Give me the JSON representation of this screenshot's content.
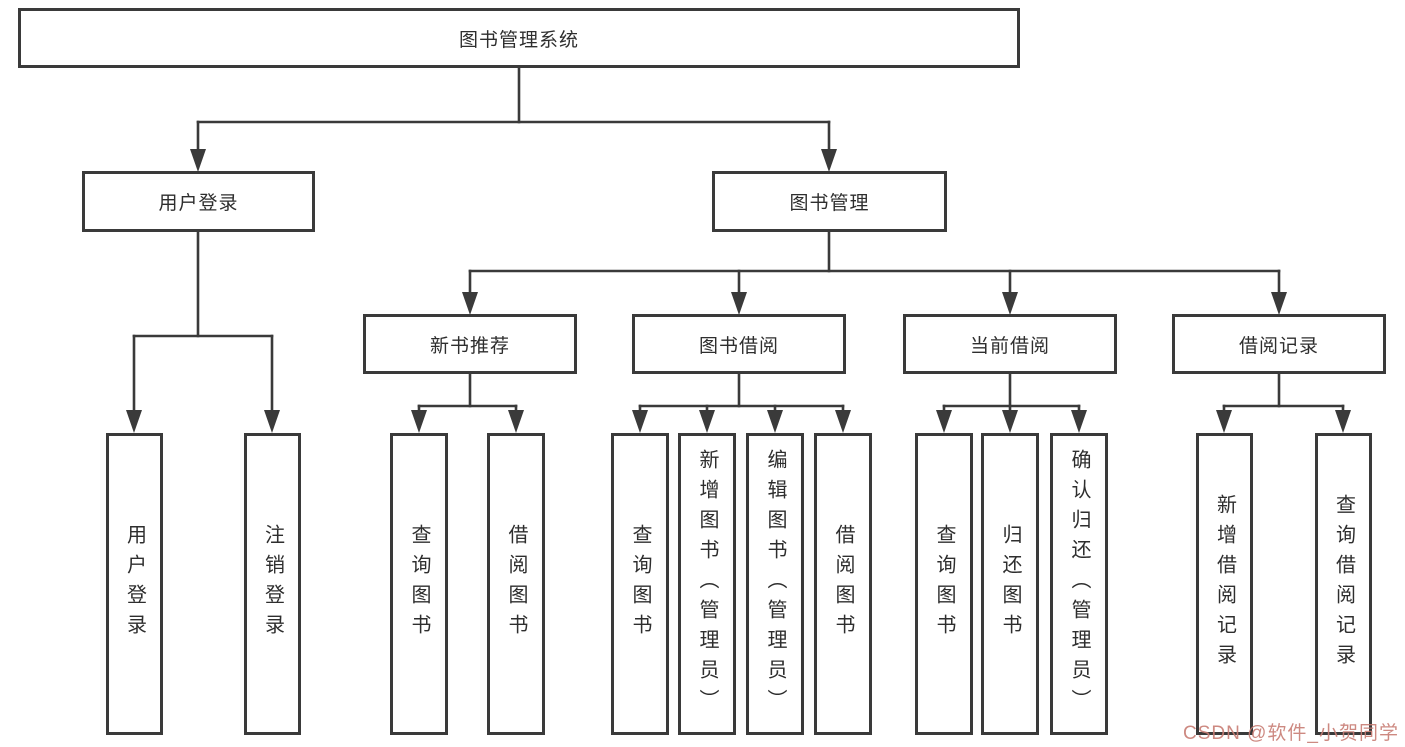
{
  "diagram_title": "图书管理系统",
  "tree": {
    "label": "图书管理系统",
    "children": [
      {
        "label": "用户登录",
        "children": [
          {
            "label": "用户登录"
          },
          {
            "label": "注销登录"
          }
        ]
      },
      {
        "label": "图书管理",
        "children": [
          {
            "label": "新书推荐",
            "children": [
              {
                "label": "查询图书"
              },
              {
                "label": "借阅图书"
              }
            ]
          },
          {
            "label": "图书借阅",
            "children": [
              {
                "label": "查询图书"
              },
              {
                "label": "新增图书（管理员）"
              },
              {
                "label": "编辑图书（管理员）"
              },
              {
                "label": "借阅图书"
              }
            ]
          },
          {
            "label": "当前借阅",
            "children": [
              {
                "label": "查询图书"
              },
              {
                "label": "归还图书"
              },
              {
                "label": "确认归还（管理员）"
              }
            ]
          },
          {
            "label": "借阅记录",
            "children": [
              {
                "label": "新增借阅记录"
              },
              {
                "label": "查询借阅记录"
              }
            ]
          }
        ]
      }
    ]
  },
  "colors": {
    "line": "#3a3a3a",
    "box_border": "#3a3a3a",
    "text": "#2e2e2e",
    "watermark": "#c87d74"
  },
  "watermark": {
    "text": "CSDN @软件_小贺同学"
  }
}
